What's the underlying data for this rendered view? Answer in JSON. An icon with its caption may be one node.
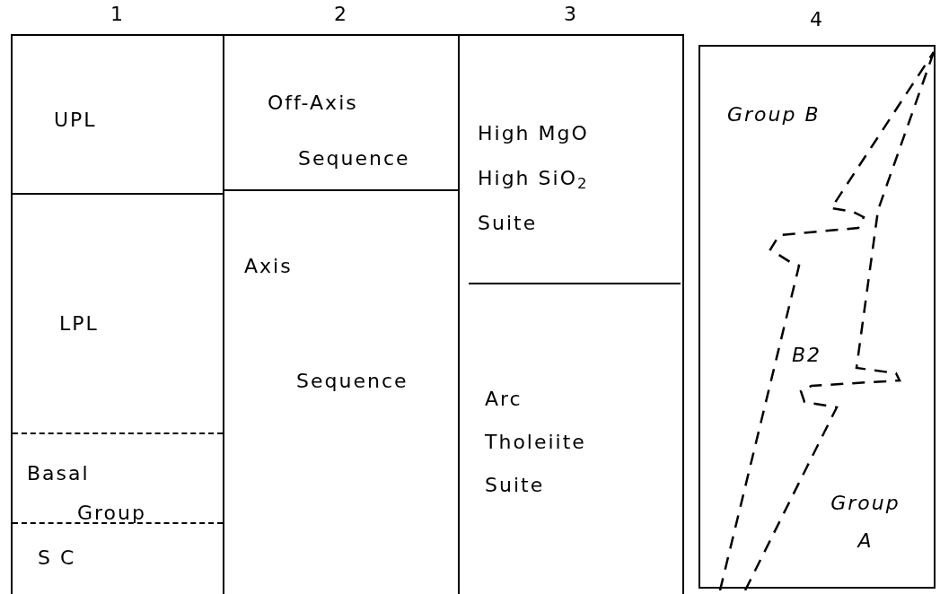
{
  "diagram": {
    "nodes": [
      {
        "text": [
          "1"
        ]
      },
      {
        "text": [
          "UPL"
        ],
        "in": 0
      },
      {
        "text": [
          "LPL"
        ],
        "in": 0
      },
      {
        "text": [
          "Basal Group"
        ],
        "in": 0
      },
      {
        "text": [
          "S C"
        ],
        "in": 0
      },
      {
        "text": [
          "2"
        ]
      },
      {
        "text": [
          "Off-Axis Sequence"
        ],
        "in": 5
      },
      {
        "text": [
          "Axis",
          "Sequence"
        ],
        "in": 5
      },
      {
        "text": [
          "3"
        ]
      },
      {
        "text": [
          "High MgO High SiO$_{2}$ Suite"
        ],
        "in": 8
      },
      {
        "text": [
          "Arc Tholeiite Suite"
        ],
        "in": 8
      },
      {
        "text": [
          "4"
        ]
      }
    ],
    "edges": [],
    "labels": [
      "Group B",
      "B2",
      "Group A"
    ]
  }
}
